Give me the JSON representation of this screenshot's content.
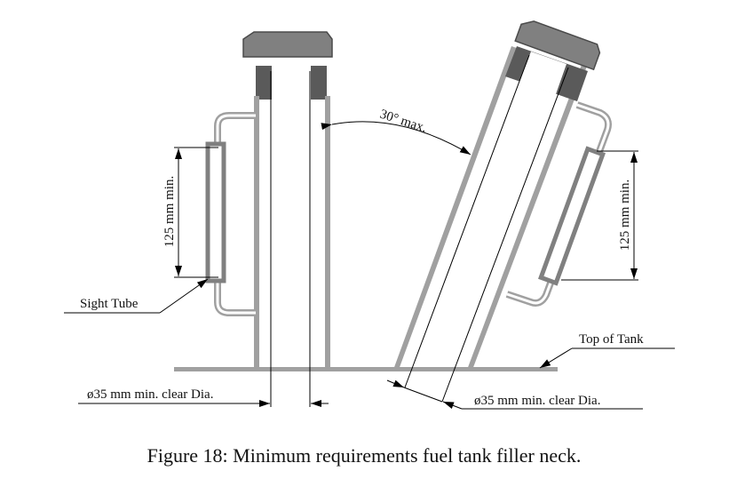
{
  "diagram": {
    "labels": {
      "angle": "30° max.",
      "left_height": "125 mm min.",
      "right_height": "125 mm min.",
      "sight_tube": "Sight Tube",
      "top_of_tank": "Top of Tank",
      "left_diameter": "ø35 mm min. clear Dia.",
      "right_diameter": "ø35 mm min. clear Dia."
    },
    "caption": "Figure 18: Minimum requirements fuel tank filler neck."
  }
}
